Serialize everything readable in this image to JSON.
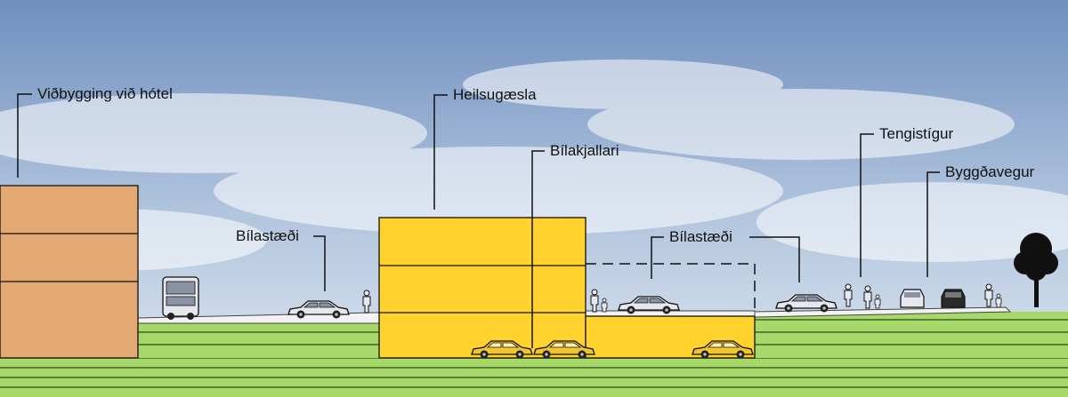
{
  "labels": {
    "hotel_extension": "Viðbygging við hótel",
    "health_center": "Heilsugæsla",
    "parking_basement": "Bílakjallari",
    "parking_left": "Bílastæði",
    "parking_right": "Bílastæði",
    "connecting_path": "Tengistígur",
    "district_road": "Byggðavegur"
  },
  "colors": {
    "sky_top": "#6f8fbf",
    "sky_bottom": "#dfe8f2",
    "ground_stripe_light": "#a6d96a",
    "ground_stripe_dark": "#8ec64f",
    "hotel_fill": "#e2aa72",
    "health_center_fill": "#ffd22e",
    "car_fill": "#e6e8ee",
    "car_basement_fill": "#f2c430",
    "tree_fill": "#111111",
    "line": "#111111"
  },
  "icons": [
    "bus-icon",
    "car-icon",
    "pedestrian-icon",
    "tree-icon"
  ]
}
